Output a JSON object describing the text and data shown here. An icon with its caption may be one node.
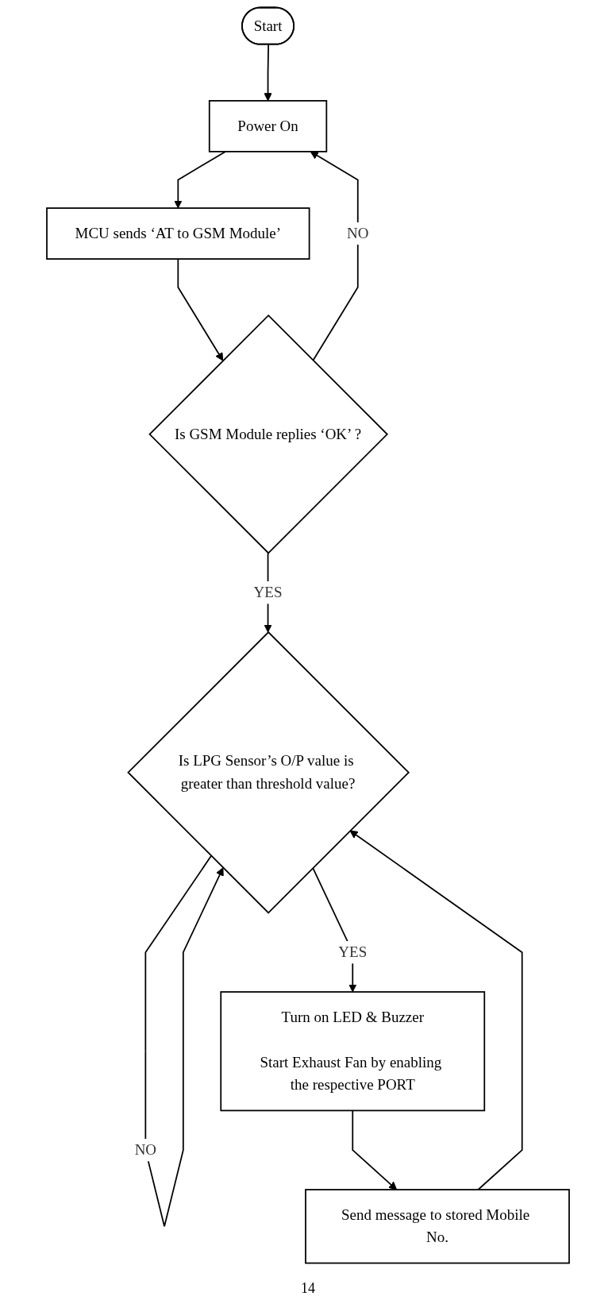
{
  "diagram": {
    "nodes": [
      {
        "text": [
          "Start"
        ]
      },
      {
        "text": [
          "Power On"
        ]
      },
      {
        "text": [
          "MCU sends ‘AT to GSM Module’"
        ]
      },
      {
        "text": [
          "Is GSM Module replies ‘OK’ ?"
        ]
      },
      {
        "text": [
          "Is LPG Sensor’s O/P value is greater than threshold value?"
        ]
      },
      {
        "text": [
          "Turn on LED & Buzzer",
          "Start Exhaust Fan by enabling the respective PORT"
        ]
      },
      {
        "text": [
          "Send message to stored Mobile No."
        ]
      }
    ],
    "edges": [
      {
        "from": 0,
        "to": 1,
        "arrow": "to"
      },
      {
        "from": 1,
        "to": 2,
        "arrow": "to"
      },
      {
        "from": 2,
        "to": 3,
        "arrow": "to"
      },
      {
        "from": 3,
        "to": 1,
        "arrow": "to",
        "label": "NO"
      },
      {
        "from": 3,
        "to": 4,
        "arrow": "to",
        "label": "YES"
      },
      {
        "from": 4,
        "to": 4,
        "arrow": "to",
        "label": "NO"
      },
      {
        "from": 4,
        "to": 5,
        "arrow": "to",
        "label": "YES"
      },
      {
        "from": 5,
        "to": 6,
        "arrow": "to"
      },
      {
        "from": 6,
        "to": 4,
        "arrow": "to"
      }
    ],
    "labels": [
      "14"
    ]
  }
}
